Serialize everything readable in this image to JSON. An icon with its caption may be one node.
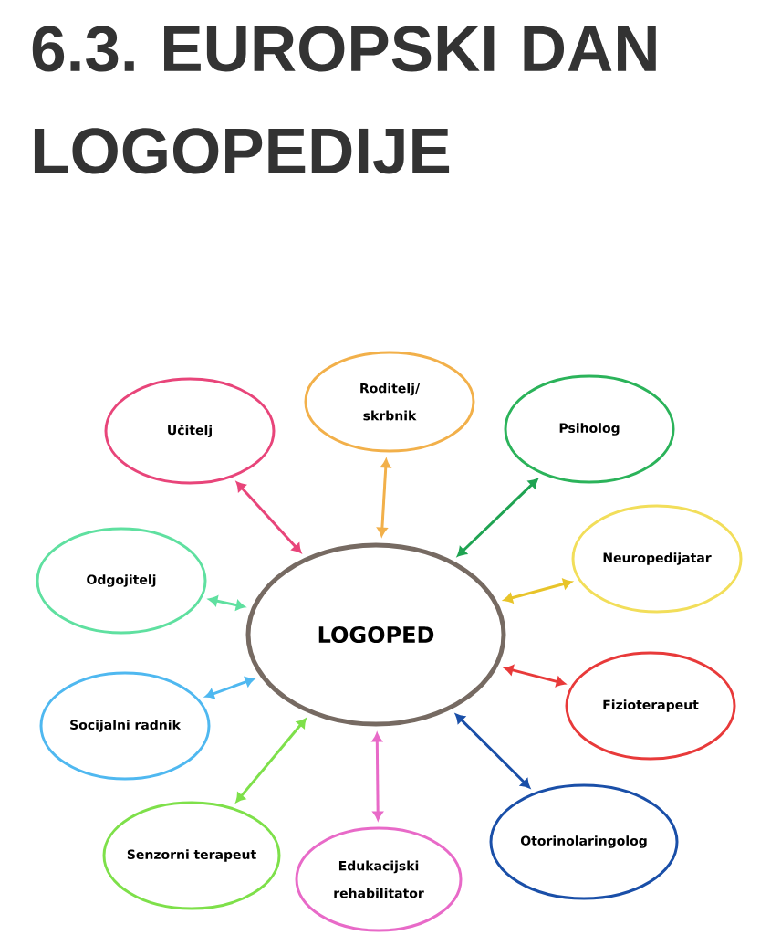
{
  "diagram": {
    "title": "6.3. EUROPSKI DAN LOGOPEDIJE",
    "nodes": [
      {
        "text": [
          "LOGOPED"
        ]
      },
      {
        "text": [
          "Učitelj"
        ]
      },
      {
        "text": [
          "Roditelj/ skrbnik"
        ]
      },
      {
        "text": [
          "Psiholog"
        ]
      },
      {
        "text": [
          "Odgojitelj"
        ]
      },
      {
        "text": [
          "Neuropedijatar"
        ]
      },
      {
        "text": [
          "Socijalni radnik"
        ]
      },
      {
        "text": [
          "Fizioterapeut"
        ]
      },
      {
        "text": [
          "Senzorni terapeut"
        ]
      },
      {
        "text": [
          "Edukacijski rehabilitator"
        ]
      },
      {
        "text": [
          "Otorinolaringolog"
        ]
      }
    ],
    "edges": [
      {
        "from": 0,
        "to": 1,
        "arrow": "both",
        "color": "#e8457a"
      },
      {
        "from": 0,
        "to": 2,
        "arrow": "both",
        "color": "#f2b04a"
      },
      {
        "from": 0,
        "to": 3,
        "arrow": "both",
        "color": "#1fa352"
      },
      {
        "from": 0,
        "to": 4,
        "arrow": "both",
        "color": "#5fe0a0"
      },
      {
        "from": 0,
        "to": 5,
        "arrow": "both",
        "color": "#e8c42a"
      },
      {
        "from": 0,
        "to": 6,
        "arrow": "both",
        "color": "#4fb8f0"
      },
      {
        "from": 0,
        "to": 7,
        "arrow": "both",
        "color": "#e83a3a"
      },
      {
        "from": 0,
        "to": 8,
        "arrow": "both",
        "color": "#7ee04a"
      },
      {
        "from": 0,
        "to": 9,
        "arrow": "both",
        "color": "#e86ac8"
      },
      {
        "from": 0,
        "to": 10,
        "arrow": "both",
        "color": "#1a4fa8"
      }
    ]
  }
}
